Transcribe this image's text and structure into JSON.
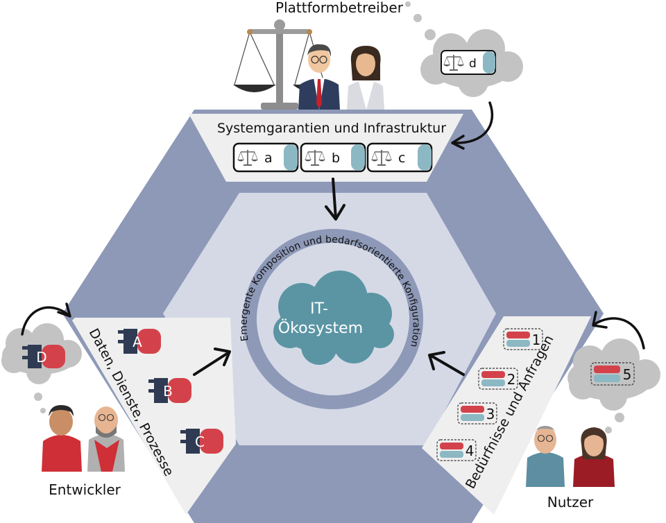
{
  "roles": {
    "operators": "Plattformbetreiber",
    "developers": "Entwickler",
    "users": "Nutzer"
  },
  "panels": {
    "top": "Systemgarantien und Infrastruktur",
    "left": "Daten, Dienste, Prozesse",
    "right": "Bedürfnisse und Anfragen"
  },
  "center": {
    "ring_text": "Emergente Komposition und bedarfsorientierte Konfiguration",
    "cloud_line1": "IT-",
    "cloud_line2": "Ökosystem"
  },
  "guarantees": [
    "a",
    "b",
    "c"
  ],
  "guarantee_cloud": "d",
  "components": [
    "A",
    "B",
    "C"
  ],
  "component_cloud": "D",
  "requests": [
    "1",
    "2",
    "3",
    "4"
  ],
  "request_cloud": "5",
  "colors": {
    "hex_outer": "#8e99b8",
    "hex_inner": "#d5d9e6",
    "ring": "#8e99b8",
    "panel": "#efefef",
    "cloud_center": "#5b95a4",
    "thought_cloud": "#c3c3c3",
    "component_red": "#d3424a",
    "component_plug": "#2f3b52",
    "pill_blue": "#8cb8c3",
    "request_red": "#d3424a",
    "request_blue": "#8cb8c3"
  }
}
